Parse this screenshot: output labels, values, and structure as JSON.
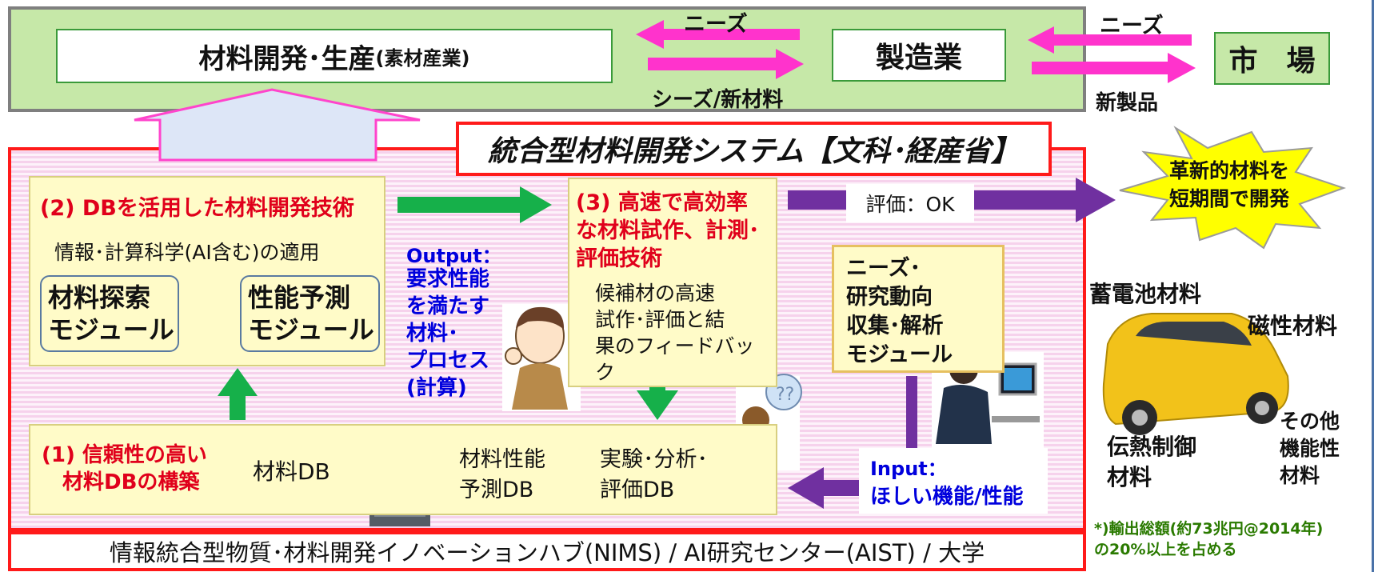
{
  "top": {
    "materials_main": "材料開発･生産",
    "materials_sub": "(素材産業)",
    "manufacturing": "製造業",
    "market": "市　場",
    "needs_1": "ニーズ",
    "needs_2": "ニーズ",
    "seeds": "シーズ/新材料",
    "new_products": "新製品"
  },
  "system_title": "統合型材料開発システム【文科･経産省】",
  "section2": {
    "heading": "(2) DBを活用した材料開発技術",
    "subtitle": "情報･計算科学(AI含む)の適用",
    "module_search": "材料探索\nモジュール",
    "module_predict": "性能予測\nモジュール"
  },
  "output": {
    "label": "Output：",
    "text": "要求性能\nを満たす\n材料･\nプロセス\n(計算)"
  },
  "section3": {
    "heading": "(3) 高速で高効率\nな材料試作、計測･\n評価技術",
    "body": "候補材の高速\n試作･評価と結\n果のフィードバッ\nク"
  },
  "evaluation": "評価：OK",
  "starburst": "革新的材料を\n短期間で開発",
  "needs_module": "ニーズ･\n研究動向\n収集･解析\nモジュール",
  "section1": {
    "heading": "(1) 信頼性の高い\n　材料DBの構築",
    "materials_db": "材料DB",
    "perf_db": "材料性能\n予測DB",
    "exp_db": "実験･分析･\n評価DB"
  },
  "input": {
    "label": "Input：",
    "text": "ほしい機能/性能"
  },
  "applications": {
    "battery": "蓄電池材料",
    "magnetic": "磁性材料",
    "thermal": "伝熱制御\n材料",
    "other": "その他\n機能性\n材料"
  },
  "footnote": "*)輸出総額(約73兆円@2014年)\nの20%以上を占める",
  "footer": "情報統合型物質･材料開発イノベーションハブ(NIMS) / AI研究センター(AIST) / 大学",
  "icons": [
    "server-icon",
    "person-thumbsup-icon",
    "person-thinking-icon",
    "person-computer-icon",
    "car-icon",
    "starburst-icon"
  ],
  "colors": {
    "top_band": "#c6e8a8",
    "system_border": "#ff1a1a",
    "panel_pink": "#f6d2ec",
    "yellow_box": "#fffbc8",
    "magenta_arrow": "#ff33cc",
    "green_arrow": "#16b04a",
    "purple_arrow": "#7030a0",
    "gray_arrow": "#8fa3bf",
    "starburst": "#ffff00",
    "heading_red": "#e0001b",
    "output_blue": "#0000dd"
  }
}
